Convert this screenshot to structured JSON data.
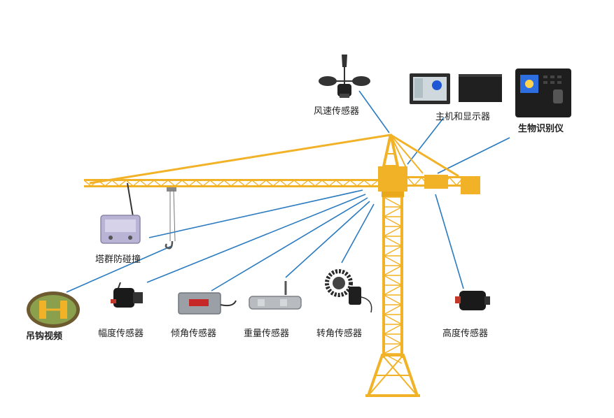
{
  "labels": {
    "wind_sensor": "风速传感器",
    "host_display": "主机和显示器",
    "biometric": "生物识别仪",
    "anti_collision": "塔群防碰撞",
    "hook_video": "吊钩视频",
    "amplitude_sensor": "幅度传感器",
    "tilt_sensor": "倾角传感器",
    "weight_sensor": "重量传感器",
    "rotation_sensor": "转角传感器",
    "height_sensor": "高度传感器"
  },
  "colors": {
    "crane": "#f2b227",
    "crane_dark": "#d99a10",
    "link_line": "#2b7bc0",
    "device_dark": "#222222",
    "device_gray": "#9aa0a6"
  }
}
